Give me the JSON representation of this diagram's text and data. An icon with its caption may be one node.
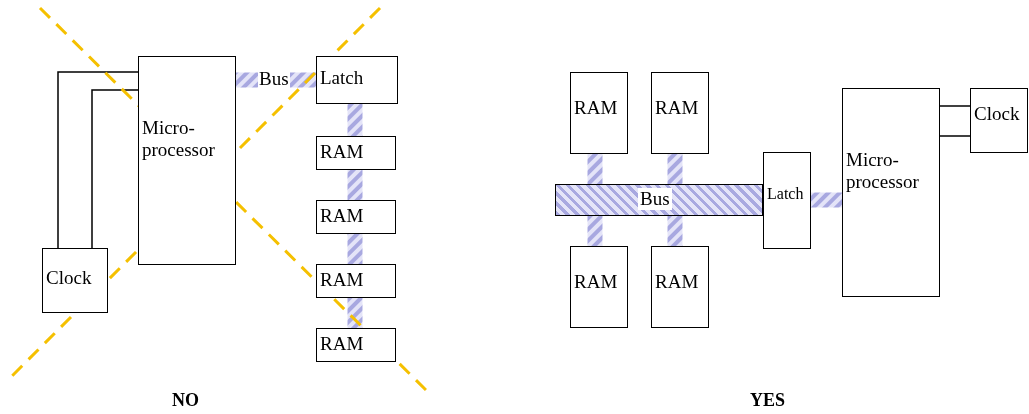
{
  "diagram": {
    "nodes": [
      {
        "text": [
          "Micro- processor"
        ]
      },
      {
        "text": [
          "Latch"
        ]
      },
      {
        "text": [
          "RAM"
        ]
      },
      {
        "text": [
          "RAM"
        ]
      },
      {
        "text": [
          "RAM"
        ]
      },
      {
        "text": [
          "RAM"
        ]
      },
      {
        "text": [
          "Clock"
        ]
      },
      {
        "text": [
          "RAM"
        ]
      },
      {
        "text": [
          "RAM"
        ]
      },
      {
        "text": [
          "Bus"
        ]
      },
      {
        "text": [
          "Latch"
        ]
      },
      {
        "text": [
          "Micro- processor"
        ]
      },
      {
        "text": [
          "Clock"
        ]
      },
      {
        "text": [
          "RAM"
        ]
      },
      {
        "text": [
          "RAM"
        ]
      }
    ],
    "edges": [
      {
        "from": 0,
        "to": 1,
        "arrow": "none",
        "label": "Bus",
        "style": "thick"
      },
      {
        "from": 1,
        "to": 2,
        "arrow": "none",
        "style": "thick"
      },
      {
        "from": 2,
        "to": 3,
        "arrow": "none",
        "style": "thick"
      },
      {
        "from": 3,
        "to": 4,
        "arrow": "none",
        "style": "thick"
      },
      {
        "from": 4,
        "to": 5,
        "arrow": "none",
        "style": "thick"
      },
      {
        "from": 6,
        "to": 0,
        "arrow": "none"
      },
      {
        "from": 6,
        "to": 0,
        "arrow": "none"
      },
      {
        "from": 7,
        "to": 9,
        "arrow": "none",
        "style": "thick"
      },
      {
        "from": 8,
        "to": 9,
        "arrow": "none",
        "style": "thick"
      },
      {
        "from": 13,
        "to": 9,
        "arrow": "none",
        "style": "thick"
      },
      {
        "from": 14,
        "to": 9,
        "arrow": "none",
        "style": "thick"
      },
      {
        "from": 10,
        "to": 11,
        "arrow": "none",
        "style": "thick"
      },
      {
        "from": 11,
        "to": 12,
        "arrow": "none"
      },
      {
        "from": 11,
        "to": 12,
        "arrow": "none"
      }
    ],
    "labels": [
      "NO",
      "YES"
    ]
  }
}
